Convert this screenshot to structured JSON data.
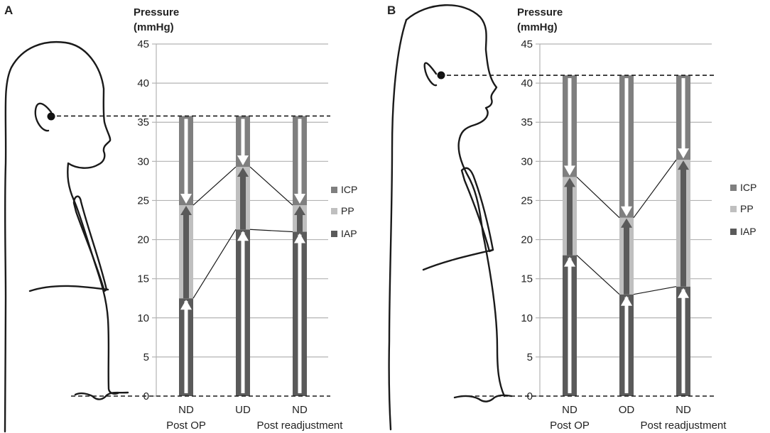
{
  "colors": {
    "icp": "#7f7f7f",
    "pp": "#bfbfbf",
    "iap": "#5a5a5a",
    "grid": "#b3b3b3",
    "outline": "#1a1a1a"
  },
  "chart_data": [
    {
      "type": "bar",
      "panel_label": "A",
      "ylabel": [
        "Pressure",
        "(mmHg)"
      ],
      "ylim": [
        0,
        45
      ],
      "yticks": [
        0,
        5,
        10,
        15,
        20,
        25,
        30,
        35,
        40,
        45
      ],
      "grid": true,
      "legend_position": "right",
      "legend": [
        "ICP",
        "PP",
        "IAP"
      ],
      "hydrostatic_reference": 35.8,
      "categories": [
        {
          "line1": "ND",
          "line2": "Post OP"
        },
        {
          "line1": "UD",
          "line2": ""
        },
        {
          "line1": "ND",
          "line2": "Post readjustment"
        }
      ],
      "series": [
        {
          "name": "ICP",
          "ranges": [
            [
              24.4,
              35.8
            ],
            [
              29.3,
              35.8
            ],
            [
              24.4,
              35.8
            ]
          ]
        },
        {
          "name": "PP",
          "ranges": [
            [
              12.5,
              24.4
            ],
            [
              21.3,
              29.3
            ],
            [
              21.0,
              24.4
            ]
          ]
        },
        {
          "name": "IAP",
          "ranges": [
            [
              0,
              12.5
            ],
            [
              0,
              21.3
            ],
            [
              0,
              21.0
            ]
          ]
        }
      ]
    },
    {
      "type": "bar",
      "panel_label": "B",
      "ylabel": [
        "Pressure",
        "(mmHg)"
      ],
      "ylim": [
        0,
        45
      ],
      "yticks": [
        0,
        5,
        10,
        15,
        20,
        25,
        30,
        35,
        40,
        45
      ],
      "grid": true,
      "legend_position": "right",
      "legend": [
        "ICP",
        "PP",
        "IAP"
      ],
      "hydrostatic_reference": 41.0,
      "categories": [
        {
          "line1": "ND",
          "line2": "Post OP"
        },
        {
          "line1": "OD",
          "line2": ""
        },
        {
          "line1": "ND",
          "line2": "Post readjustment"
        }
      ],
      "series": [
        {
          "name": "ICP",
          "ranges": [
            [
              28.0,
              41.0
            ],
            [
              22.8,
              41.0
            ],
            [
              30.2,
              41.0
            ]
          ]
        },
        {
          "name": "PP",
          "ranges": [
            [
              18.0,
              28.0
            ],
            [
              13.0,
              22.8
            ],
            [
              14.0,
              30.2
            ]
          ]
        },
        {
          "name": "IAP",
          "ranges": [
            [
              0,
              18.0
            ],
            [
              0,
              13.0
            ],
            [
              0,
              14.0
            ]
          ]
        }
      ]
    }
  ]
}
